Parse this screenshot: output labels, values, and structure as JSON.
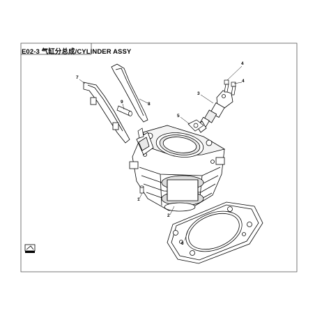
{
  "title": "E02-3 气缸分总成/CYLINDER ASSY",
  "callouts": [
    {
      "id": "c1",
      "label": "1"
    },
    {
      "id": "c2",
      "label": "2"
    },
    {
      "id": "c3",
      "label": "3"
    },
    {
      "id": "c4a",
      "label": "4"
    },
    {
      "id": "c4b",
      "label": "4"
    },
    {
      "id": "c5",
      "label": "5"
    },
    {
      "id": "c6",
      "label": "6"
    },
    {
      "id": "c7",
      "label": "7"
    },
    {
      "id": "c8",
      "label": "8"
    },
    {
      "id": "c9",
      "label": "9"
    }
  ],
  "colors": {
    "line": "#000000",
    "fill": "#ffffff",
    "frame": "#444444",
    "shade": "#d9d9d9"
  }
}
